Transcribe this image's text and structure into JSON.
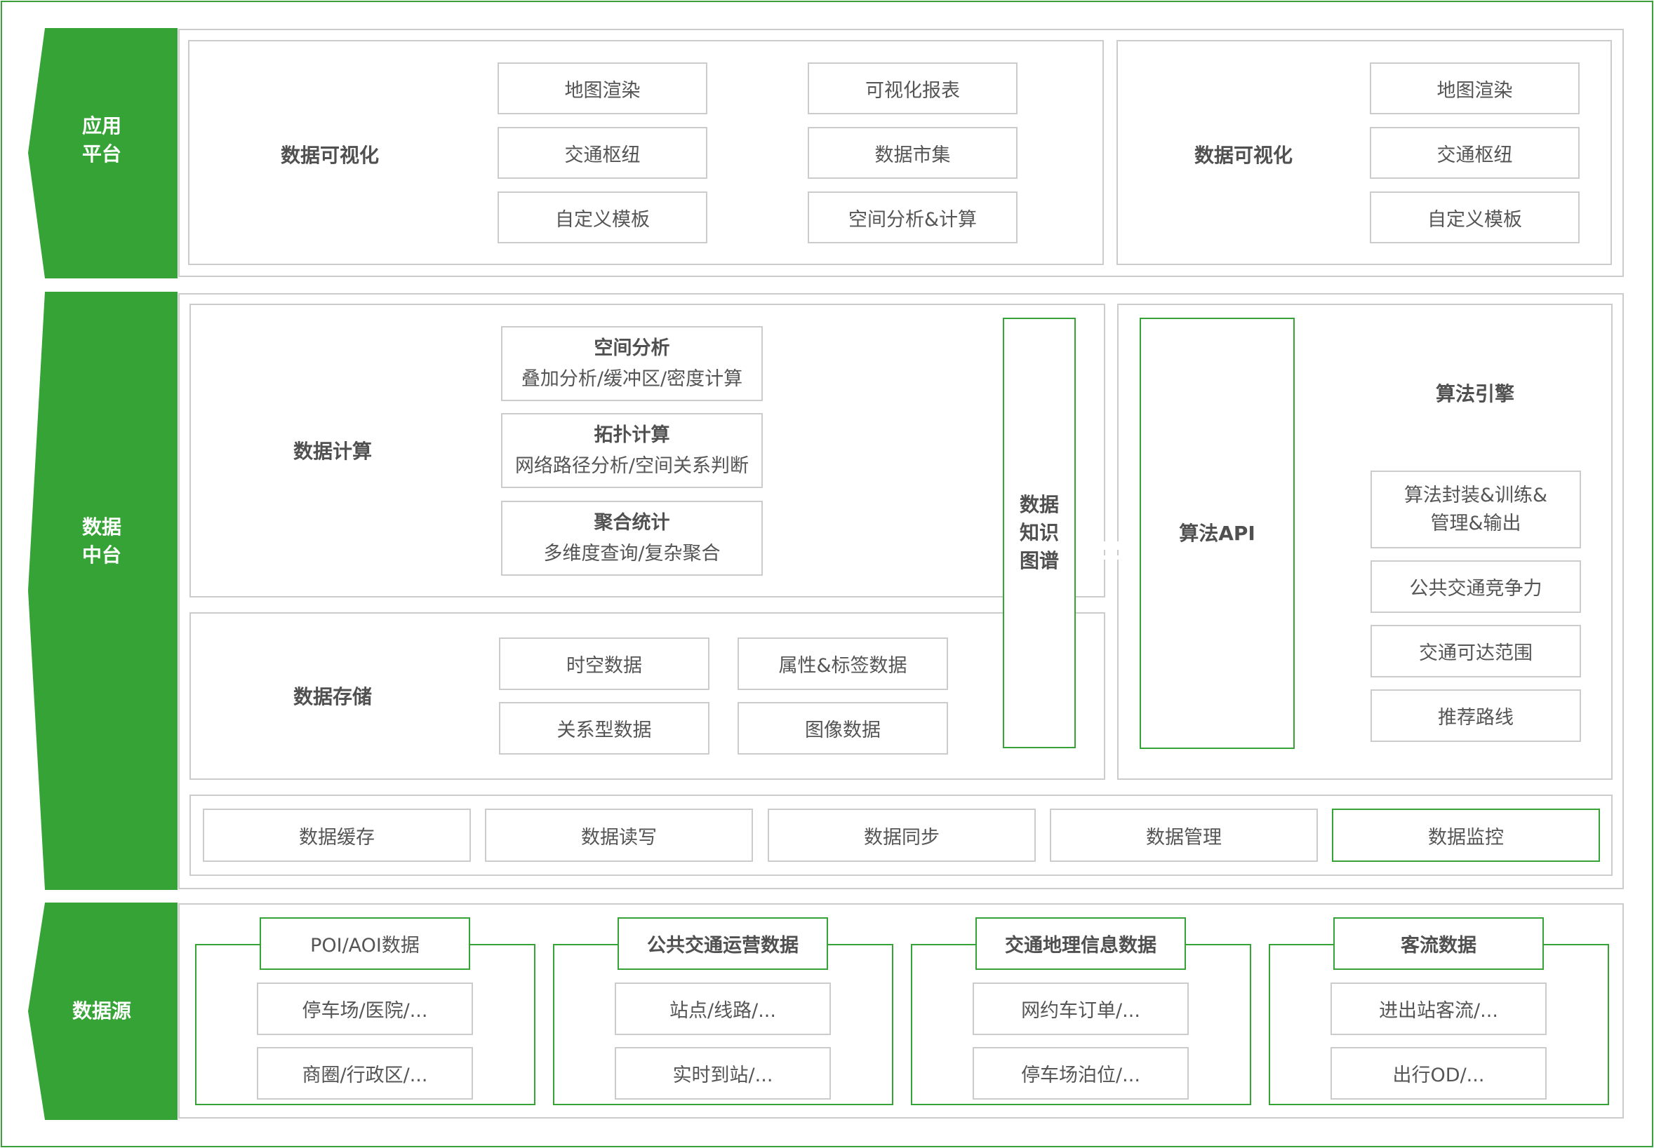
{
  "layers": {
    "app": {
      "tag": [
        "应用",
        "平台"
      ],
      "left_title": "数据可视化",
      "left_col1": [
        "地图渲染",
        "交通枢纽",
        "自定义模板"
      ],
      "left_col2": [
        "可视化报表",
        "数据市集",
        "空间分析&计算"
      ],
      "right_title": "数据可视化",
      "right_col": [
        "地图渲染",
        "交通枢纽",
        "自定义模板"
      ]
    },
    "middle": {
      "tag": [
        "数据",
        "中台"
      ],
      "compute_title": "数据计算",
      "compute_items": [
        {
          "title": "空间分析",
          "desc": "叠加分析/缓冲区/密度计算"
        },
        {
          "title": "拓扑计算",
          "desc": "网络路径分析/空间关系判断"
        },
        {
          "title": "聚合统计",
          "desc": "多维度查询/复杂聚合"
        }
      ],
      "storage_title": "数据存储",
      "storage_items": [
        "时空数据",
        "属性&标签数据",
        "关系型数据",
        "图像数据"
      ],
      "knowledge_graph": [
        "数据",
        "知识",
        "图谱"
      ],
      "algo_api": "算法API",
      "algo_engine_title": "算法引擎",
      "algo_items": [
        "算法封装&训练&",
        "管理&输出",
        "公共交通竞争力",
        "交通可达范围",
        "推荐路线"
      ],
      "bottom_items": [
        "数据缓存",
        "数据读写",
        "数据同步",
        "数据管理",
        "数据监控"
      ]
    },
    "source": {
      "tag": "数据源",
      "groups": [
        {
          "title": "POI/AOI数据",
          "items": [
            "停车场/医院/...",
            "商圈/行政区/..."
          ]
        },
        {
          "title": "公共交通运营数据",
          "items": [
            "站点/线路/...",
            "实时到站/..."
          ]
        },
        {
          "title": "交通地理信息数据",
          "items": [
            "网约车订单/...",
            "停车场泊位/..."
          ]
        },
        {
          "title": "客流数据",
          "items": [
            "进出站客流/...",
            "出行OD/..."
          ]
        }
      ]
    }
  },
  "colors": {
    "accent": "#36a336",
    "border": "#cccccc",
    "text": "#555555"
  }
}
